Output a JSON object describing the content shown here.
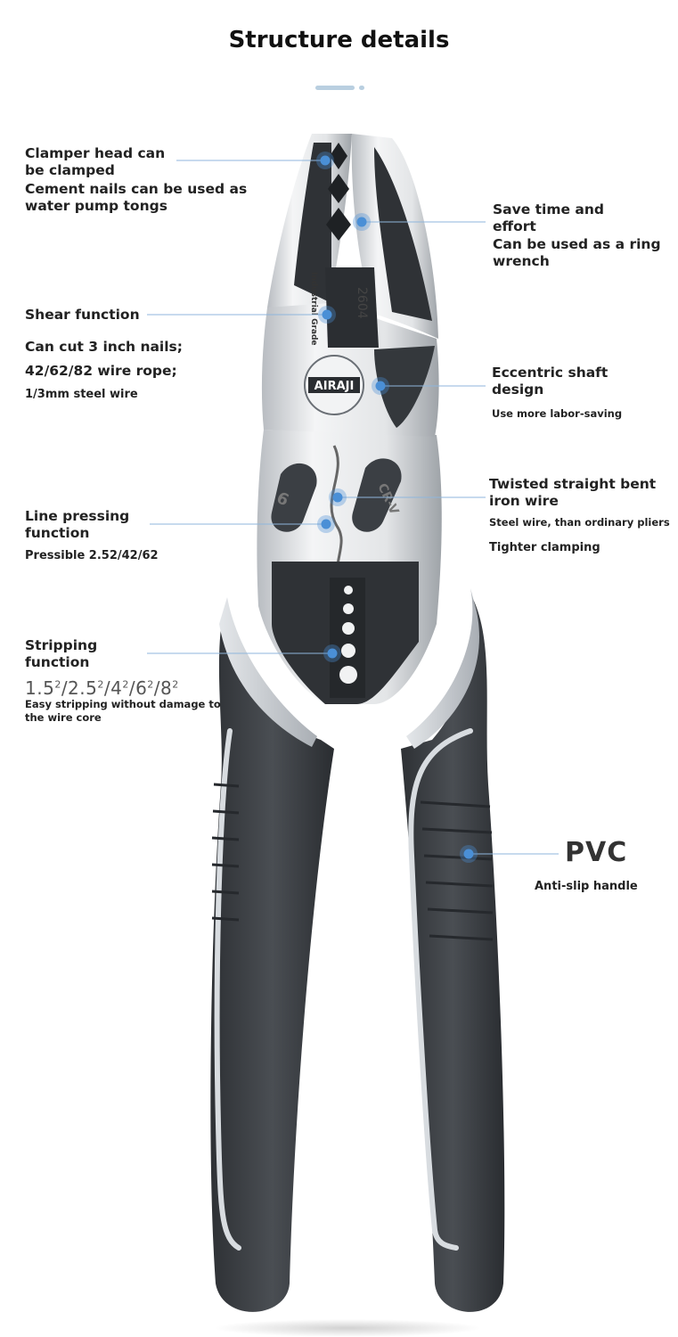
{
  "title": "Structure details",
  "brand": "AIRAJI",
  "colors": {
    "accent": "#4a8fd6",
    "leader": "#8fb6dc",
    "handle_dark": "#3b3f44",
    "handle_light": "#c9ced4",
    "steel": "#dfe2e5"
  },
  "jaw_marks": {
    "model": "2604",
    "grade": "Industrial Grade",
    "size": "9",
    "material": "CR-V"
  },
  "clamper": {
    "title": "Clamper head can be clamped",
    "desc": "Cement nails can be used as water pump tongs"
  },
  "save_time": {
    "title": "Save time and effort",
    "desc": "Can be used as a ring wrench"
  },
  "shear": {
    "title": "Shear function",
    "line1": "Can cut 3 inch nails;",
    "line2": "42/62/82 wire rope;",
    "line3": "1/3mm steel wire"
  },
  "eccentric": {
    "title": "Eccentric shaft design",
    "desc": "Use more labor-saving"
  },
  "twisted": {
    "title": "Twisted straight bent iron wire",
    "desc": "Steel wire, than ordinary pliers",
    "desc2": "Tighter clamping"
  },
  "line_press": {
    "title": "Line pressing function",
    "desc": "Pressible 2.52/42/62"
  },
  "stripping": {
    "title": "Stripping function",
    "s1": "1.5",
    "s2": "/2.5",
    "s3": "/4",
    "s4": "/6",
    "s5": "/8",
    "sup": "2",
    "desc": "Easy stripping without damage to the wire core"
  },
  "pvc": {
    "title": "PVC",
    "desc": "Anti-slip handle"
  }
}
